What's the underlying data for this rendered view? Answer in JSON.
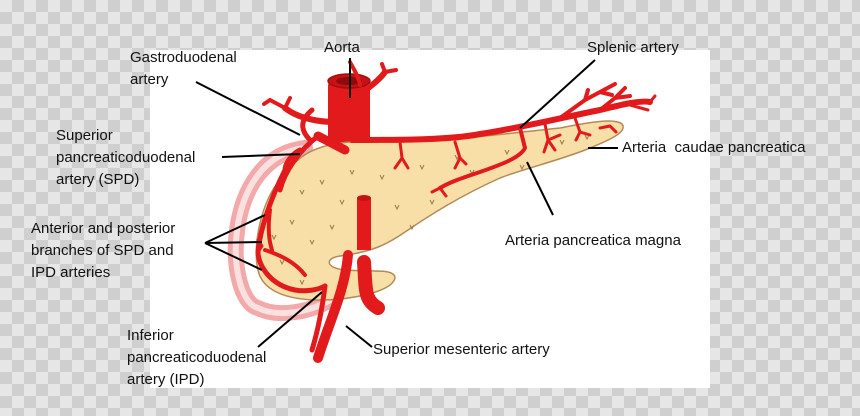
{
  "labels": {
    "gastroduodenal": [
      "Gastroduodenal",
      "artery"
    ],
    "aorta": "Aorta",
    "splenic": "Splenic artery",
    "spd": [
      "Superior",
      "pancreaticoduodenal",
      "artery (SPD)"
    ],
    "caudae": "Arteria  caudae pancreatica",
    "branches": [
      "Anterior and posterior",
      "branches of SPD and",
      "IPD arteries"
    ],
    "magna": "Arteria pancreatica magna",
    "ipd": [
      "Inferior",
      "pancreaticoduodenal",
      "artery (IPD)"
    ],
    "sma": "Superior mesenteric artery"
  },
  "colors": {
    "artery": "#e31a1c",
    "artery_dark": "#a30d10",
    "pancreas": "#f7dfa7",
    "pancreas_outline": "#b38a57",
    "duodenum": "#f2a0a0",
    "leader_line": "#000000"
  }
}
